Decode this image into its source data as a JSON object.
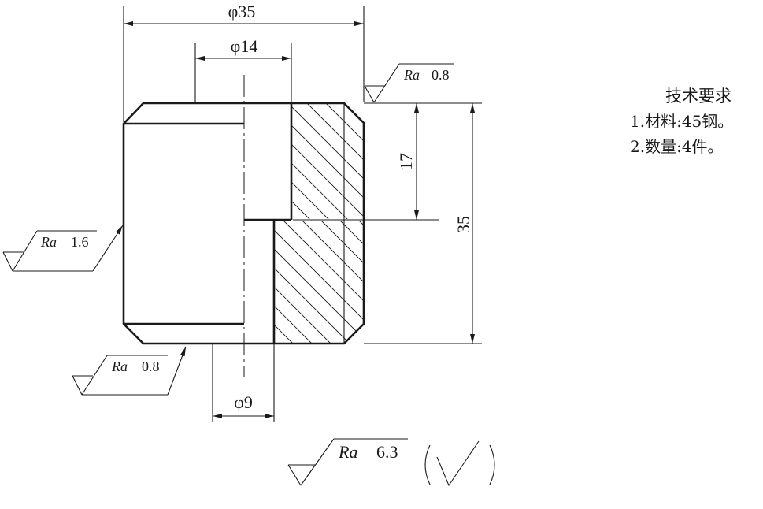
{
  "dimensions": {
    "outer_diameter": "φ35",
    "bore_diameter": "φ14",
    "small_bore_diameter": "φ9",
    "bore_depth": "17",
    "total_length": "35"
  },
  "roughness": {
    "top_face": {
      "symbol": "Ra",
      "value": "0.8"
    },
    "outer_surface": {
      "symbol": "Ra",
      "value": "1.6"
    },
    "bottom_face": {
      "symbol": "Ra",
      "value": "0.8"
    },
    "general": {
      "symbol": "Ra",
      "value": "6.3"
    }
  },
  "notes": {
    "title": "技术要求",
    "items": [
      "1.材料:45钢。",
      "2.数量:4件。"
    ]
  }
}
